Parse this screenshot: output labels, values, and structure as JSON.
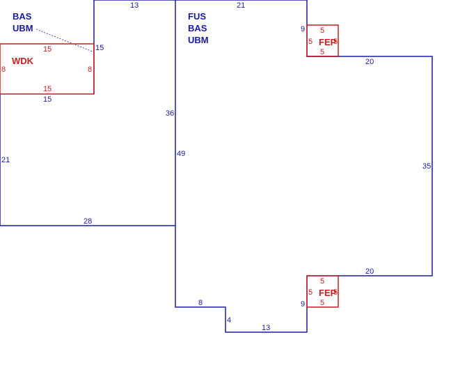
{
  "labels": {
    "left_area": [
      "BAS",
      "UBM"
    ],
    "main_area": [
      "FUS",
      "BAS",
      "UBM"
    ],
    "wdk": "WDK",
    "fep_top": "FEP",
    "fep_bottom": "FEP"
  },
  "dims": {
    "top_left_tab": "13",
    "top_main": "21",
    "tab_right_side": "15",
    "left_bottom_edge": "15",
    "left_side": "21",
    "left_bottom": "28",
    "mid_wall_upper": "36",
    "mid_wall_lower": "49",
    "right_top": "20",
    "right_side": "35",
    "right_bottom": "20",
    "notch_top": "9",
    "notch_bottom": "9",
    "step_8": "8",
    "step_4": "4",
    "bottom_13": "13"
  },
  "wdk_dims": {
    "top": "15",
    "bottom": "15",
    "left": "8",
    "right": "8"
  },
  "fep_top_dims": {
    "top": "5",
    "left": "5",
    "right": "5",
    "bottom": "5"
  },
  "fep_bottom_dims": {
    "top": "5",
    "left": "5",
    "right": "5",
    "bottom": "5"
  },
  "colors": {
    "outline": "#1a1aa6",
    "addition": "#c81e1e"
  }
}
